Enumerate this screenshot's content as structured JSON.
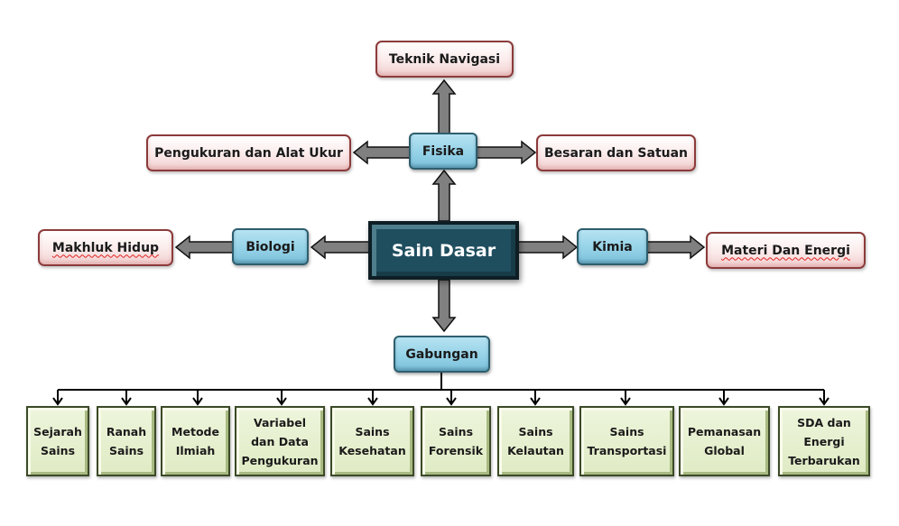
{
  "diagram": {
    "center": {
      "label": "Sain Dasar"
    },
    "categories": {
      "fisika": {
        "label": "Fisika"
      },
      "biologi": {
        "label": "Biologi"
      },
      "kimia": {
        "label": "Kimia"
      },
      "gabungan": {
        "label": "Gabungan"
      }
    },
    "leaves": {
      "teknik_navigasi": {
        "label": "Teknik Navigasi"
      },
      "pengukuran": {
        "label": "Pengukuran dan Alat Ukur"
      },
      "besaran": {
        "label": "Besaran dan Satuan"
      },
      "makhluk_hidup": {
        "label": "Makhluk Hidup"
      },
      "materi_energi": {
        "label": "Materi Dan Energi"
      }
    },
    "subtopics": [
      {
        "label": "Sejarah\nSains"
      },
      {
        "label": "Ranah\nSains"
      },
      {
        "label": "Metode\nIlmiah"
      },
      {
        "label": "Variabel\ndan Data\nPengukuran"
      },
      {
        "label": "Sains\nKesehatan"
      },
      {
        "label": "Sains\nForensik"
      },
      {
        "label": "Sains\nKelautan"
      },
      {
        "label": "Sains\nTransportasi"
      },
      {
        "label": "Pemanasan\nGlobal"
      },
      {
        "label": "SDA dan\nEnergi\nTerbarukan"
      }
    ],
    "colors": {
      "center_fill": "#1f4e5f",
      "category_fill": "#92d0e6",
      "leaf_border": "#8c3b3b",
      "subtopic_fill": "#dfebc4",
      "arrow_fill": "#808080"
    }
  }
}
